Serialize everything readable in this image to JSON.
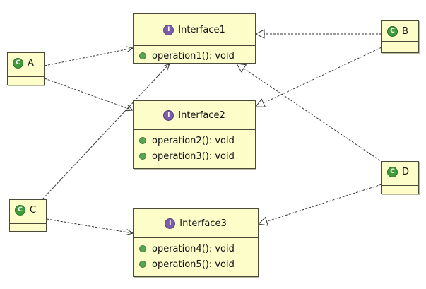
{
  "diagram": {
    "interfaces": [
      {
        "id": "interface1",
        "name": "Interface1",
        "operations": [
          "operation1(): void"
        ]
      },
      {
        "id": "interface2",
        "name": "Interface2",
        "operations": [
          "operation2(): void",
          "operation3(): void"
        ]
      },
      {
        "id": "interface3",
        "name": "Interface3",
        "operations": [
          "operation4(): void",
          "operation5(): void"
        ]
      }
    ],
    "classes": [
      {
        "id": "A",
        "name": "A"
      },
      {
        "id": "B",
        "name": "B"
      },
      {
        "id": "C",
        "name": "C"
      },
      {
        "id": "D",
        "name": "D"
      }
    ],
    "icons": {
      "interface": "I",
      "class": "C"
    },
    "relations": [
      {
        "from": "A",
        "to": "interface1",
        "kind": "dependency"
      },
      {
        "from": "A",
        "to": "interface2",
        "kind": "dependency"
      },
      {
        "from": "C",
        "to": "interface1",
        "kind": "dependency"
      },
      {
        "from": "C",
        "to": "interface3",
        "kind": "dependency"
      },
      {
        "from": "B",
        "to": "interface1",
        "kind": "realization"
      },
      {
        "from": "B",
        "to": "interface2",
        "kind": "realization"
      },
      {
        "from": "D",
        "to": "interface1",
        "kind": "realization"
      },
      {
        "from": "D",
        "to": "interface3",
        "kind": "realization"
      }
    ],
    "colors": {
      "box_fill": "#fdfdc9",
      "interface_icon": "#7b5ea8",
      "class_icon": "#3f9a3a",
      "line": "#333333"
    }
  }
}
